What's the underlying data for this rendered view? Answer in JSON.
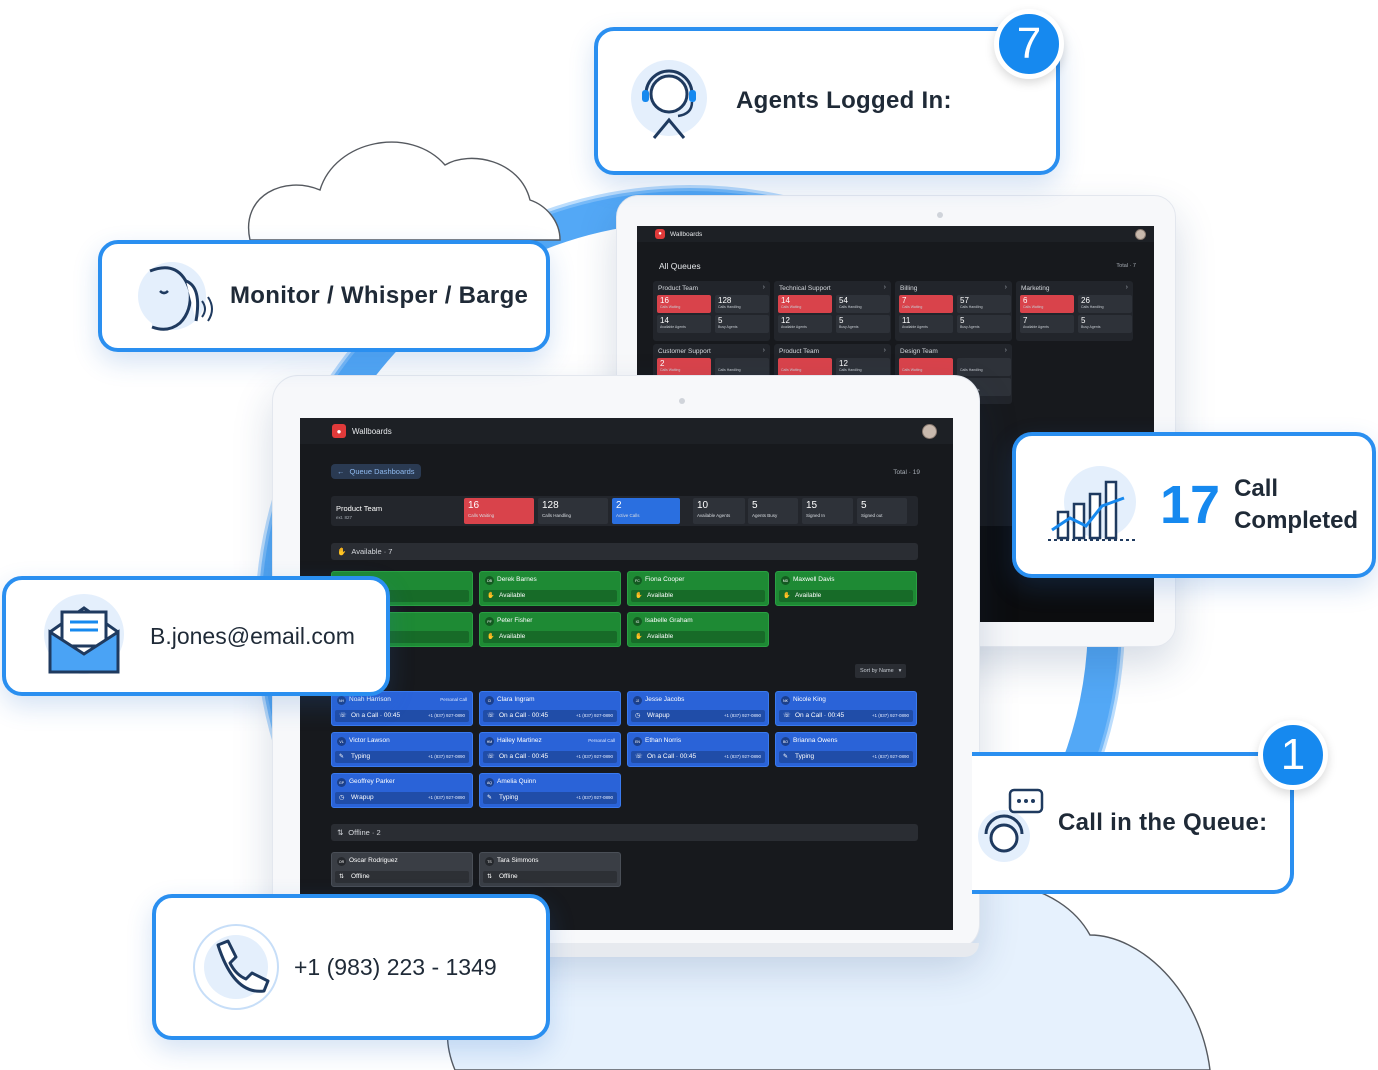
{
  "callouts": {
    "agents": {
      "label": "Agents Logged In:",
      "count": "7"
    },
    "monitor": {
      "label": "Monitor / Whisper / Barge"
    },
    "calls": {
      "count": "17",
      "line1": "Call",
      "line2": "Completed"
    },
    "email": {
      "value": "B.jones@email.com"
    },
    "queue": {
      "label": "Call in the Queue:",
      "count": "1"
    },
    "phone": {
      "value": "+1 (983) 223 - 1349"
    }
  },
  "colors": {
    "accent": "#1689ef",
    "danger": "#d9434b",
    "available": "#1e8a34",
    "busy": "#2a63d8"
  },
  "tablet": {
    "app_title": "Wallboards",
    "page_title": "All Queues",
    "total": "Total · 7",
    "queues": [
      {
        "name": "Product Team",
        "waiting": "16",
        "handling": "128",
        "available": "14",
        "busy": "5"
      },
      {
        "name": "Technical Support",
        "waiting": "14",
        "handling": "54",
        "available": "12",
        "busy": "5"
      },
      {
        "name": "Billing",
        "waiting": "7",
        "handling": "57",
        "available": "11",
        "busy": "5"
      },
      {
        "name": "Marketing",
        "waiting": "6",
        "handling": "26",
        "available": "7",
        "busy": "5"
      },
      {
        "name": "Customer Support",
        "waiting": "2",
        "handling": "",
        "available": "",
        "busy": ""
      },
      {
        "name": "Product Team",
        "waiting": "",
        "handling": "12",
        "available": "",
        "busy": ""
      },
      {
        "name": "Design Team",
        "waiting": "",
        "handling": "",
        "available": "",
        "busy": ""
      }
    ],
    "labels": {
      "waiting": "Calls Waiting",
      "handling": "Calls Handling",
      "available": "Available Agents",
      "busy": "Busy Agents"
    }
  },
  "laptop": {
    "app_title": "Wallboards",
    "back_label": "Queue Dashboards",
    "total": "Total · 19",
    "team": {
      "name": "Product Team",
      "ext": "ext. 827"
    },
    "stats": [
      {
        "value": "16",
        "label": "Calls Waiting"
      },
      {
        "value": "128",
        "label": "Calls Handling"
      },
      {
        "value": "2",
        "label": "Active Calls"
      },
      {
        "value": "10",
        "label": "Available Agents"
      },
      {
        "value": "5",
        "label": "Agents Busy"
      },
      {
        "value": "15",
        "label": "Signed In"
      },
      {
        "value": "5",
        "label": "Signed out"
      }
    ],
    "available_section": "Available · 7",
    "available_agents": [
      {
        "initials": "",
        "name": "erson",
        "status": ""
      },
      {
        "initials": "DB",
        "name": "Derek Barnes",
        "status": "Available"
      },
      {
        "initials": "FC",
        "name": "Fiona Cooper",
        "status": "Available"
      },
      {
        "initials": "MD",
        "name": "Maxwell Davis",
        "status": "Available"
      },
      {
        "initials": "",
        "name": "vans",
        "status": ""
      },
      {
        "initials": "PF",
        "name": "Peter Fisher",
        "status": "Available"
      },
      {
        "initials": "IG",
        "name": "Isabelle Graham",
        "status": "Available"
      }
    ],
    "sort_label": "Sort by Name",
    "busy_agents": [
      {
        "initials": "NH",
        "name": "Noah Harrison",
        "tag": "Personal Call",
        "status": "On a Call · 00:45",
        "phone": "+1 (837) 927-0890",
        "icon": "phone-icon"
      },
      {
        "initials": "CI",
        "name": "Clara Ingram",
        "tag": "",
        "status": "On a Call · 00:45",
        "phone": "+1 (837) 927-0890",
        "icon": "phone-icon"
      },
      {
        "initials": "JJ",
        "name": "Jesse Jacobs",
        "tag": "",
        "status": "Wrapup",
        "phone": "+1 (837) 927-0890",
        "icon": "clock-icon"
      },
      {
        "initials": "NK",
        "name": "Nicole King",
        "tag": "",
        "status": "On a Call · 00:45",
        "phone": "+1 (837) 927-0890",
        "icon": "phone-icon"
      },
      {
        "initials": "VL",
        "name": "Victor Lawson",
        "tag": "",
        "status": "Typing",
        "phone": "+1 (837) 927-0890",
        "icon": "pencil-icon"
      },
      {
        "initials": "HM",
        "name": "Hailey Martinez",
        "tag": "Personal Call",
        "status": "On a Call · 00:45",
        "phone": "+1 (837) 927-0890",
        "icon": "phone-icon"
      },
      {
        "initials": "EN",
        "name": "Ethan Norris",
        "tag": "",
        "status": "On a Call · 00:45",
        "phone": "+1 (837) 927-0890",
        "icon": "phone-icon"
      },
      {
        "initials": "BO",
        "name": "Brianna Owens",
        "tag": "",
        "status": "Typing",
        "phone": "+1 (837) 927-0890",
        "icon": "pencil-icon"
      },
      {
        "initials": "GP",
        "name": "Geoffrey Parker",
        "tag": "",
        "status": "Wrapup",
        "phone": "+1 (837) 927-0890",
        "icon": "clock-icon"
      },
      {
        "initials": "AQ",
        "name": "Amelia Quinn",
        "tag": "",
        "status": "Typing",
        "phone": "+1 (837) 927-0890",
        "icon": "pencil-icon"
      }
    ],
    "offline_section": "Offline · 2",
    "offline_agents": [
      {
        "initials": "OR",
        "name": "Oscar Rodriguez",
        "status": "Offline"
      },
      {
        "initials": "TS",
        "name": "Tara Simmons",
        "status": "Offline"
      }
    ]
  }
}
